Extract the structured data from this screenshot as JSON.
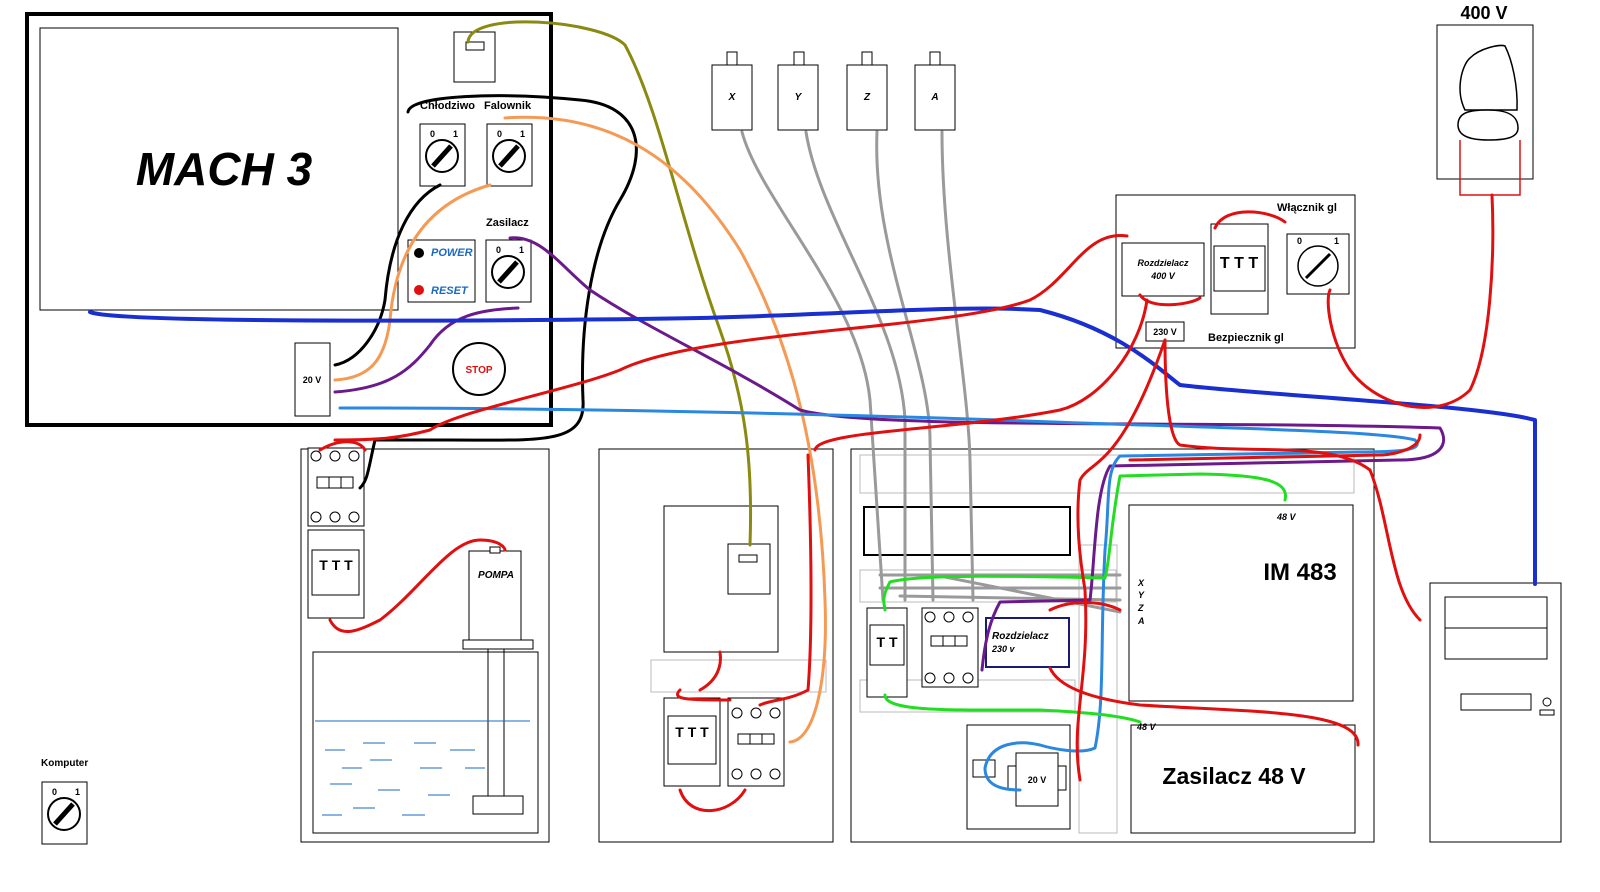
{
  "panel": {
    "title": "MACH 3",
    "label_chlodziwo": "Chłodziwo",
    "label_falownik": "Falownik",
    "label_zasilacz": "Zasilacz",
    "power_label": "POWER",
    "reset_label": "RESET",
    "stop_label": "STOP",
    "transformer_label": "20 V",
    "switch_off": "0",
    "switch_on": "1"
  },
  "motors": [
    {
      "label": "X"
    },
    {
      "label": "Y"
    },
    {
      "label": "Z"
    },
    {
      "label": "A"
    }
  ],
  "supply": {
    "label_400v": "400 V"
  },
  "main_box": {
    "switch_label": "Włącznik gl",
    "distributor_label_1": "Rozdzielacz",
    "distributor_label_2": "400 V",
    "v230_label": "230 V",
    "fuse_label": "Bezpiecznik gl"
  },
  "pump_box": {
    "pump_label": "POMPA"
  },
  "control_cabinet": {
    "driver_label": "IM 483",
    "v48_top": "48 V",
    "v48_bottom": "48 V",
    "psu_label": "Zasilacz 48 V",
    "dist230_label_1": "Rozdzielacz",
    "dist230_label_2": "230 v",
    "transformer_label": "20 V",
    "axis_letters": [
      "X",
      "Y",
      "Z",
      "A"
    ]
  },
  "computer": {
    "label": "Komputer"
  },
  "colors": {
    "red": "#e01010",
    "blue": "#1a2fd0",
    "light_blue": "#2a88e0",
    "purple": "#6a1a8a",
    "orange": "#f59a55",
    "olive": "#8a8a10",
    "green": "#22dd22",
    "gray": "#9a9a9a",
    "black": "#000000",
    "text_blue": "#1a6ac0"
  }
}
